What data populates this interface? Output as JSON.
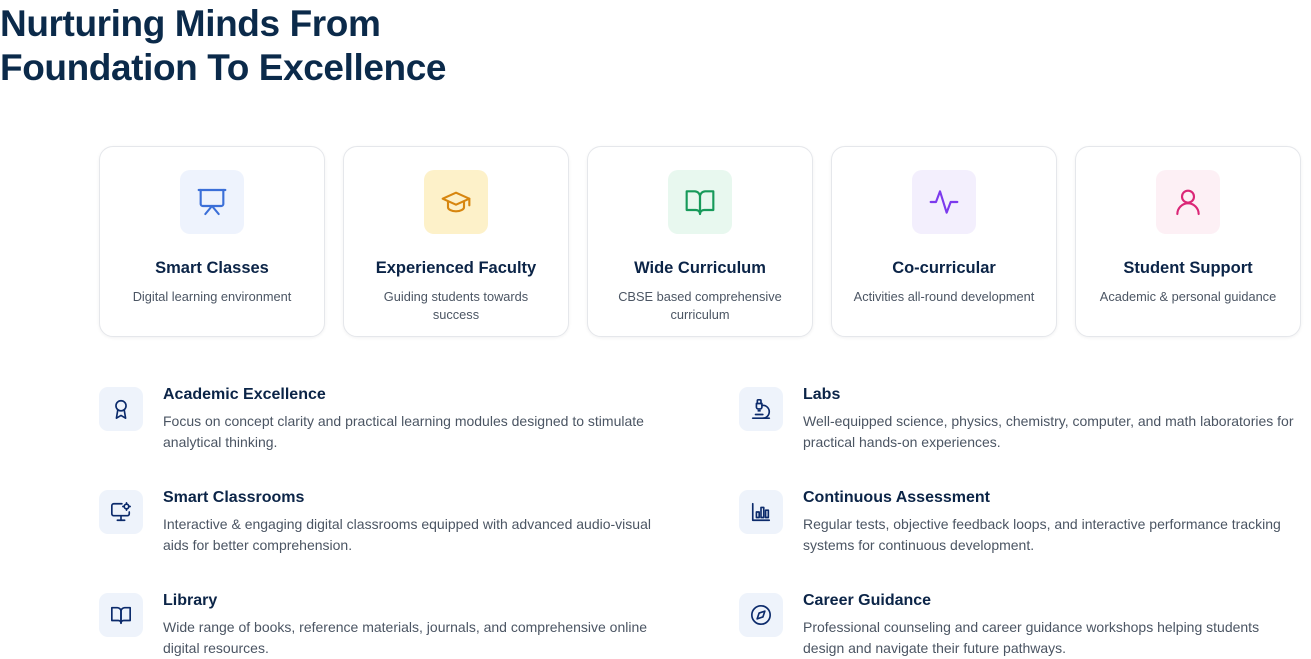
{
  "heading": {
    "line1": "Nurturing Minds From",
    "line2": "Foundation To Excellence"
  },
  "cards": [
    {
      "title": "Smart Classes",
      "description": "Digital learning environment",
      "icon": "presentation-board-icon",
      "icon_bg": "#eef3fd",
      "icon_color": "#3b6fd8"
    },
    {
      "title": "Experienced Faculty",
      "description": "Guiding students towards success",
      "icon": "graduation-cap-icon",
      "icon_bg": "#fdf1c9",
      "icon_color": "#d7860f"
    },
    {
      "title": "Wide Curriculum",
      "description": "CBSE based comprehensive curriculum",
      "icon": "open-book-icon",
      "icon_bg": "#e8f8ef",
      "icon_color": "#179a5a"
    },
    {
      "title": "Co-curricular",
      "description": "Activities all-round development",
      "icon": "activity-pulse-icon",
      "icon_bg": "#f3effd",
      "icon_color": "#7c3aed"
    },
    {
      "title": "Student Support",
      "description": "Academic & personal guidance",
      "icon": "user-icon",
      "icon_bg": "#fdf0f5",
      "icon_color": "#db2777"
    }
  ],
  "features": [
    {
      "title": "Academic Excellence",
      "description": "Focus on concept clarity and practical learning modules designed to stimulate analytical thinking.",
      "icon": "award-ribbon-icon"
    },
    {
      "title": "Labs",
      "description": "Well-equipped science, physics, chemistry, computer, and math laboratories for practical hands-on experiences.",
      "icon": "microscope-icon"
    },
    {
      "title": "Smart Classrooms",
      "description": "Interactive & engaging digital classrooms equipped with advanced audio-visual aids for better comprehension.",
      "icon": "monitor-settings-icon"
    },
    {
      "title": "Continuous Assessment",
      "description": "Regular tests, objective feedback loops, and interactive performance tracking systems for continuous development.",
      "icon": "bar-chart-icon"
    },
    {
      "title": "Library",
      "description": "Wide range of books, reference materials, journals, and comprehensive online digital resources.",
      "icon": "book-icon"
    },
    {
      "title": "Career Guidance",
      "description": "Professional counseling and career guidance workshops helping students design and navigate their future pathways.",
      "icon": "compass-icon"
    }
  ],
  "colors": {
    "heading": "#0b2a4a",
    "feature_icon": "#0b2a6b",
    "feature_icon_bg": "#eef3fb",
    "body_text": "#4b5563"
  }
}
